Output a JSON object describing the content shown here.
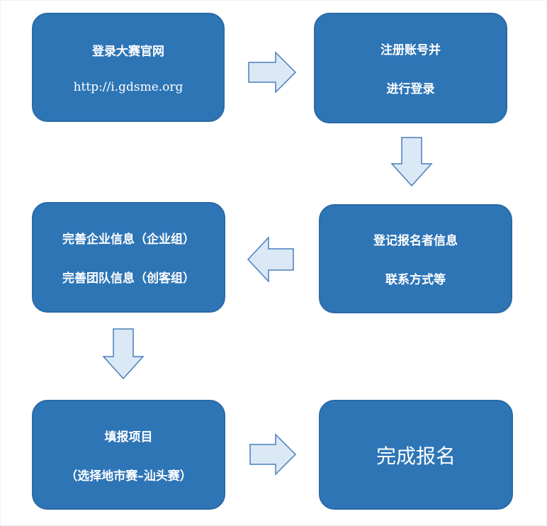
{
  "steps": [
    {
      "id": "step-login-site",
      "lines": [
        "登录大赛官网",
        "http://i.gdsme.org"
      ]
    },
    {
      "id": "step-register",
      "lines": [
        "注册账号并",
        "进行登录"
      ]
    },
    {
      "id": "step-fill-info",
      "lines": [
        "登记报名者信息",
        "联系方式等"
      ]
    },
    {
      "id": "step-complete-info",
      "lines": [
        "完善企业信息（企业组）",
        "完善团队信息（创客组）"
      ]
    },
    {
      "id": "step-fill-project",
      "lines": [
        "填报项目",
        "（选择地市赛–汕头赛）"
      ]
    },
    {
      "id": "step-done",
      "lines": [
        "完成报名"
      ]
    }
  ],
  "colors": {
    "box_fill": "#2e75b6",
    "box_text": "#ffffff",
    "arrow_fill": "#dbe8f5",
    "arrow_stroke": "#4a7ebb"
  },
  "icons": [
    "arrow-right-icon",
    "arrow-down-icon",
    "arrow-left-icon",
    "arrow-down-icon",
    "arrow-right-icon"
  ]
}
